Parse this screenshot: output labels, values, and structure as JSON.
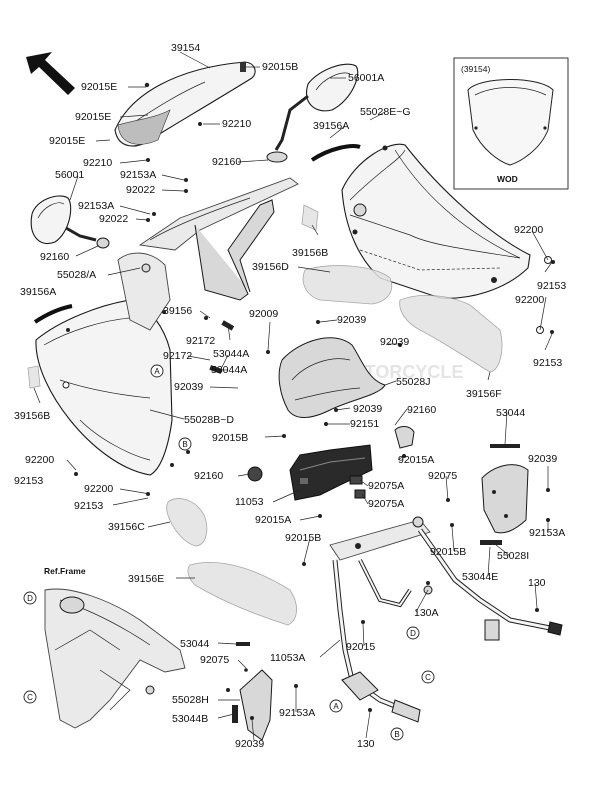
{
  "labels": {
    "l_39154": "39154",
    "l_92015B_top": "92015B",
    "l_92015E_1": "92015E",
    "l_92015E_2": "92015E",
    "l_92015E_3": "92015E",
    "l_92210_a": "92210",
    "l_92210_b": "92210",
    "l_56001A": "56001A",
    "l_55028EG": "55028E~G",
    "l_39156A_top": "39156A",
    "l_92153A_a": "92153A",
    "l_92022_a": "92022",
    "l_92160_a": "92160",
    "l_56001": "56001",
    "l_92153A_b": "92153A",
    "l_92022_b": "92022",
    "l_92160_b": "92160",
    "l_55028A": "55028/A",
    "l_39156A_left": "39156A",
    "l_39156B_top": "39156B",
    "l_39156D": "39156D",
    "l_39156": "39156",
    "l_92172_a": "92172",
    "l_92009": "92009",
    "l_92039_a": "92039",
    "l_92200_a": "92200",
    "l_92153_a": "92153",
    "l_92200_b": "92200",
    "l_92153_b": "92153",
    "l_53044A_a": "53044A",
    "l_92172_b": "92172",
    "l_53044A_b": "53044A",
    "l_92039_b": "92039",
    "l_55028J": "55028J",
    "l_39156B_left": "39156B",
    "l_55028BD": "55028B~D",
    "l_39156F": "39156F",
    "l_92039_c": "92039",
    "l_92160_c": "92160",
    "l_53044": "53044",
    "l_92151": "92151",
    "l_92015B_mid": "92015B",
    "l_92200_c": "92200",
    "l_92153_c": "92153",
    "l_92015A_a": "92015A",
    "l_92075_a": "92075",
    "l_92039_d": "92039",
    "l_92160_d": "92160",
    "l_92075A_a": "92075A",
    "l_92200_d": "92200",
    "l_11053_a": "11053",
    "l_92153_d": "92153",
    "l_92075A_b": "92075A",
    "l_92015A_b": "92015A",
    "l_92153A_c": "92153A",
    "l_39156C": "39156C",
    "l_92015B_b": "92015B",
    "l_55028I": "55028I",
    "l_92015B_c": "92015B",
    "l_53044E": "53044E",
    "l_39156E": "39156E",
    "l_130_a": "130",
    "l_130A": "130A",
    "l_92015_a": "92015",
    "l_53044_b": "53044",
    "l_92075_b": "92075",
    "l_11053A": "11053A",
    "l_55028H": "55028H",
    "l_92153A_d": "92153A",
    "l_53044B": "53044B",
    "l_92039_e": "92039",
    "l_130_b": "130"
  },
  "inset": {
    "title": "(39154)",
    "caption": "WOD"
  },
  "ref_frame": "Ref.Frame",
  "refs": {
    "A": "A",
    "B": "B",
    "C": "C",
    "D": "D"
  },
  "watermark": "MSP MOTORCYCLE"
}
